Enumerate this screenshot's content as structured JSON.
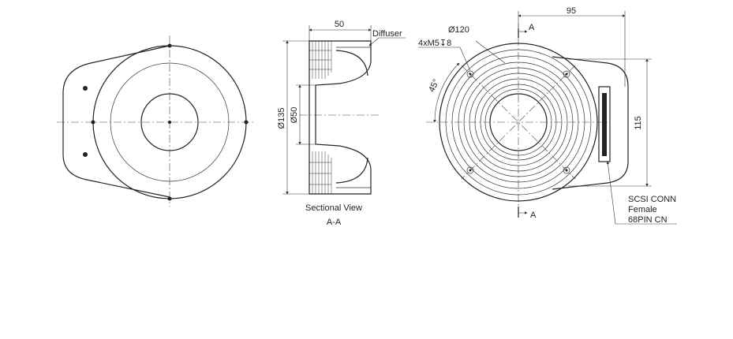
{
  "left_view": {},
  "section_view": {
    "width_dim": "50",
    "outer_dia_dim": "Ø135",
    "inner_dia_dim": "Ø50",
    "diffuser_label": "Diffuser",
    "title_line1": "Sectional View",
    "title_line2": "A-A"
  },
  "right_view": {
    "width_dim": "95",
    "dia_dim": "Ø120",
    "hole_spec": "4xM5↧8",
    "angle_dim": "45°",
    "height_dim": "115",
    "section_marker_top": "A",
    "section_marker_bottom": "A",
    "connector_line1": "SCSI CONN",
    "connector_line2": "Female",
    "connector_line3": "68PIN CN"
  }
}
